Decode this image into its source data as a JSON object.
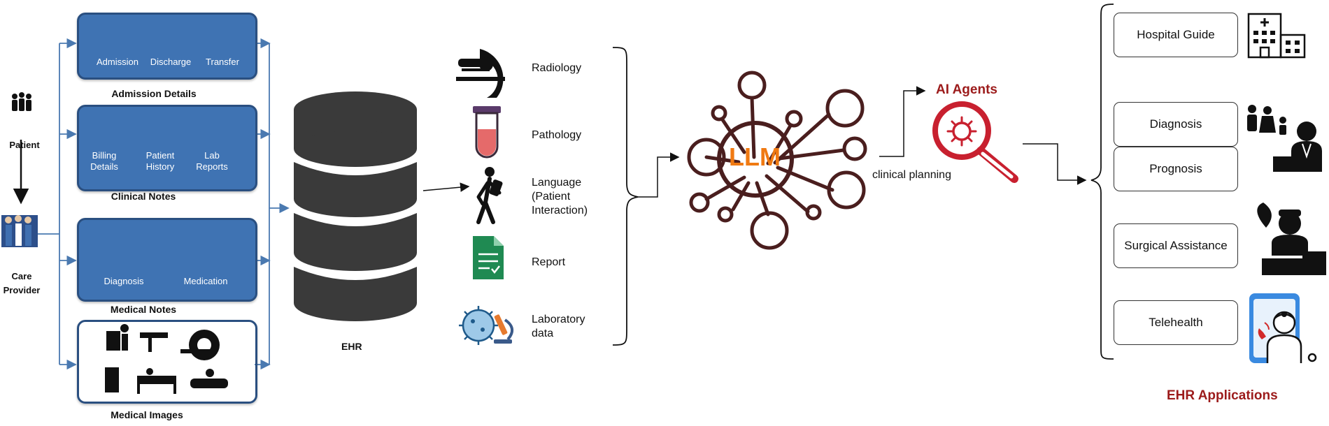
{
  "left": {
    "patient_label": "Patient",
    "care_provider_label": "Care Provider"
  },
  "panels": [
    {
      "caption": "Admission Details",
      "items": [
        "Admission",
        "Discharge",
        "Transfer"
      ]
    },
    {
      "caption": "Clinical Notes",
      "items": [
        "Billing Details",
        "Patient History",
        "Lab Reports"
      ]
    },
    {
      "caption": "Medical Notes",
      "items": [
        "Diagnosis",
        "Medication"
      ]
    },
    {
      "caption": "Medical Images",
      "items": []
    }
  ],
  "ehr": {
    "label": "EHR"
  },
  "sources": [
    {
      "label": "Radiology",
      "icon": "radiology-scanner-icon"
    },
    {
      "label": "Pathology",
      "icon": "test-tube-icon"
    },
    {
      "label": "Language (Patient Interaction)",
      "icon": "walking-person-icon"
    },
    {
      "label": "Report",
      "icon": "report-document-icon"
    },
    {
      "label": "Laboratory data",
      "icon": "microscope-virus-icon"
    }
  ],
  "llm": {
    "label": "LLM",
    "color": "#f07a12"
  },
  "agents": {
    "title": "AI Agents",
    "planning_label": "clinical planning",
    "color": "#c8202f"
  },
  "applications": {
    "title": "EHR Applications",
    "items": [
      "Hospital Guide",
      "Diagnosis",
      "Prognosis",
      "Surgical Assistance",
      "Telehealth"
    ]
  },
  "colors": {
    "panel": "#3f73b3",
    "wire": "#4a79b0",
    "title_red": "#9c1b1b",
    "network": "#4a1e1e"
  }
}
